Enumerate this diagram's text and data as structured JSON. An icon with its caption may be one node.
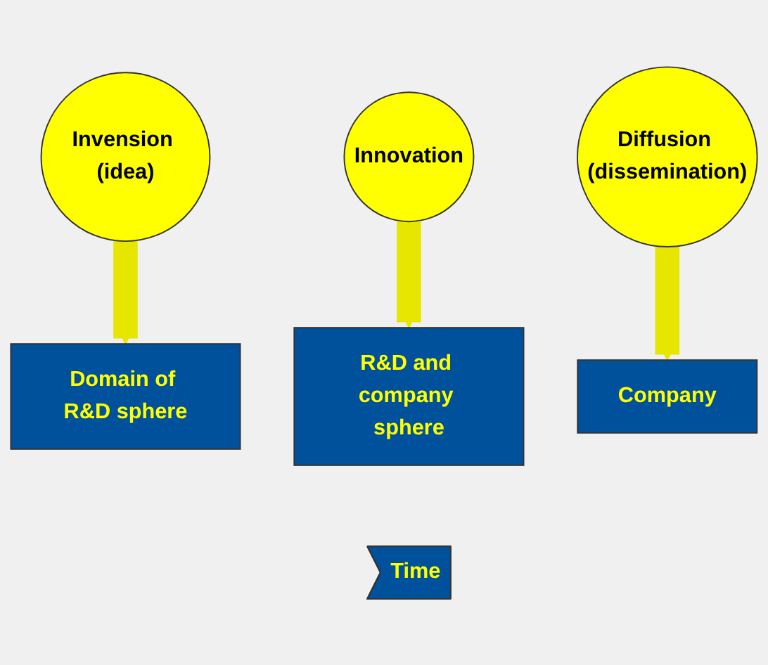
{
  "diagram": {
    "nodes": [
      {
        "text": [
          "Invension (idea)"
        ]
      },
      {
        "text": [
          "Innovation"
        ]
      },
      {
        "text": [
          "Diffusion (dissemination)"
        ]
      },
      {
        "text": [
          "Domain of R&D sphere"
        ]
      },
      {
        "text": [
          "R&D and company sphere"
        ]
      },
      {
        "text": [
          "Company"
        ]
      },
      {
        "text": [
          "Time"
        ]
      }
    ],
    "edges": [
      {
        "from": 0,
        "to": 3,
        "arrow": "to"
      },
      {
        "from": 1,
        "to": 4,
        "arrow": "to"
      },
      {
        "from": 2,
        "to": 5,
        "arrow": "to"
      }
    ]
  }
}
